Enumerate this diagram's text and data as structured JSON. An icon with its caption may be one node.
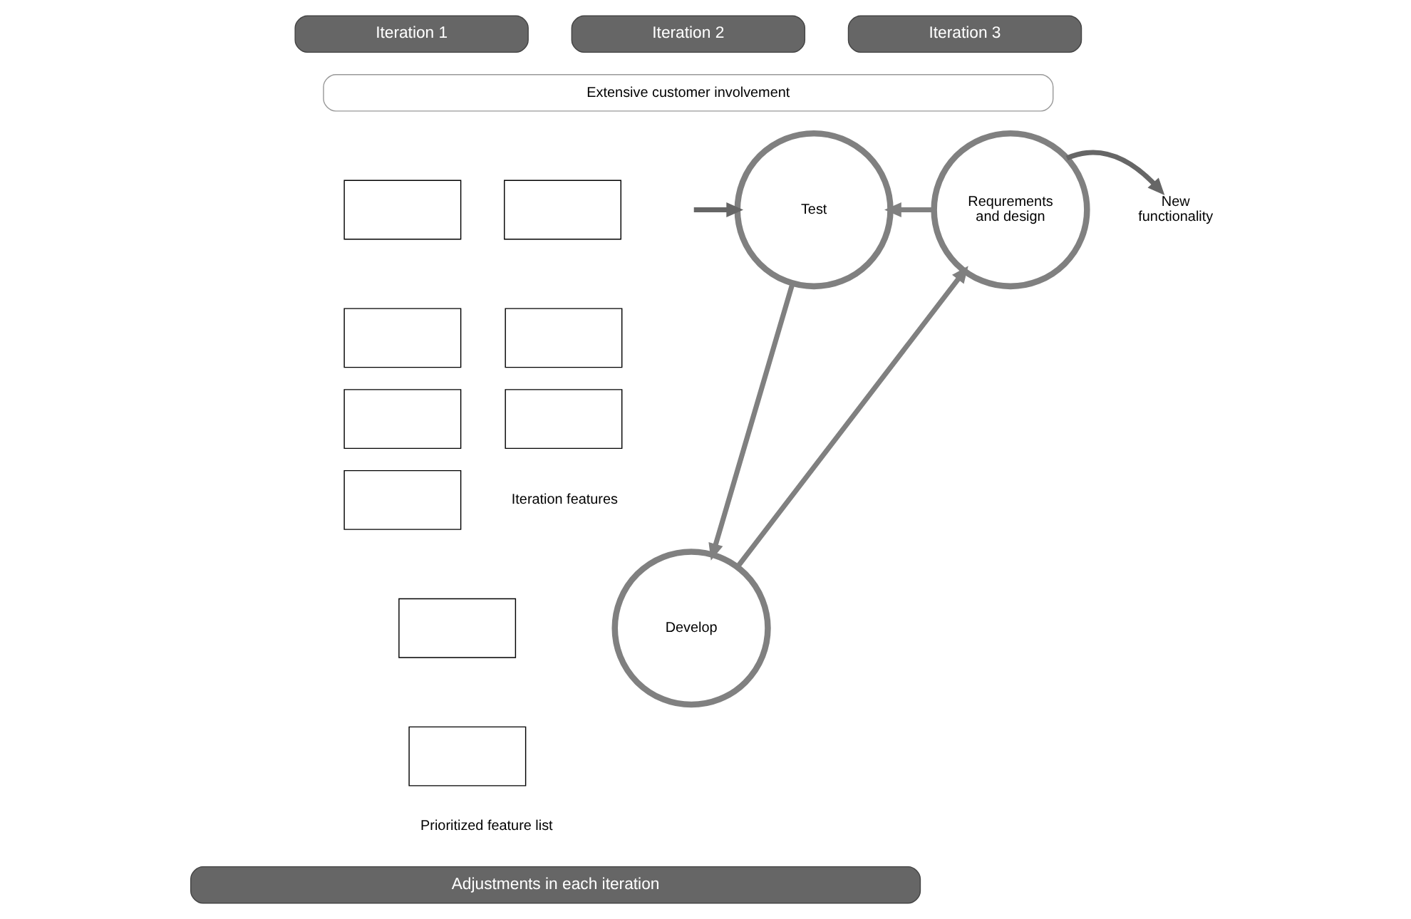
{
  "diagram": {
    "nodes": [
      {
        "text": [
          "Iteration 1"
        ]
      },
      {
        "text": [
          "Iteration 2"
        ]
      },
      {
        "text": [
          "Iteration 3"
        ]
      },
      {
        "text": [
          "Extensive customer involvement"
        ]
      },
      {
        "text": [],
        "shape": "box"
      },
      {
        "text": [],
        "shape": "box"
      },
      {
        "text": [],
        "shape": "box"
      },
      {
        "text": [],
        "shape": "box"
      },
      {
        "text": [],
        "shape": "box"
      },
      {
        "text": [],
        "shape": "box"
      },
      {
        "text": [],
        "shape": "box"
      },
      {
        "text": [],
        "shape": "box"
      },
      {
        "text": [],
        "shape": "box"
      },
      {
        "text": [
          "Test"
        ]
      },
      {
        "text": [
          "Requrements and design"
        ]
      },
      {
        "text": [
          "Develop"
        ]
      },
      {
        "text": [
          "New functionality"
        ]
      },
      {
        "text": [
          "Adjustments in each iteration"
        ]
      }
    ],
    "edges": [
      {
        "from": null,
        "to": 13,
        "arrow": "to",
        "color": "#666666"
      },
      {
        "from": 13,
        "to": 15,
        "arrow": "to"
      },
      {
        "from": 15,
        "to": 14,
        "arrow": "to"
      },
      {
        "from": 14,
        "to": 13,
        "arrow": "to"
      },
      {
        "from": 14,
        "to": 16,
        "arrow": "to",
        "color": "#666666"
      }
    ],
    "labels": [
      "Prioritized feature list",
      "Iteration features"
    ]
  }
}
